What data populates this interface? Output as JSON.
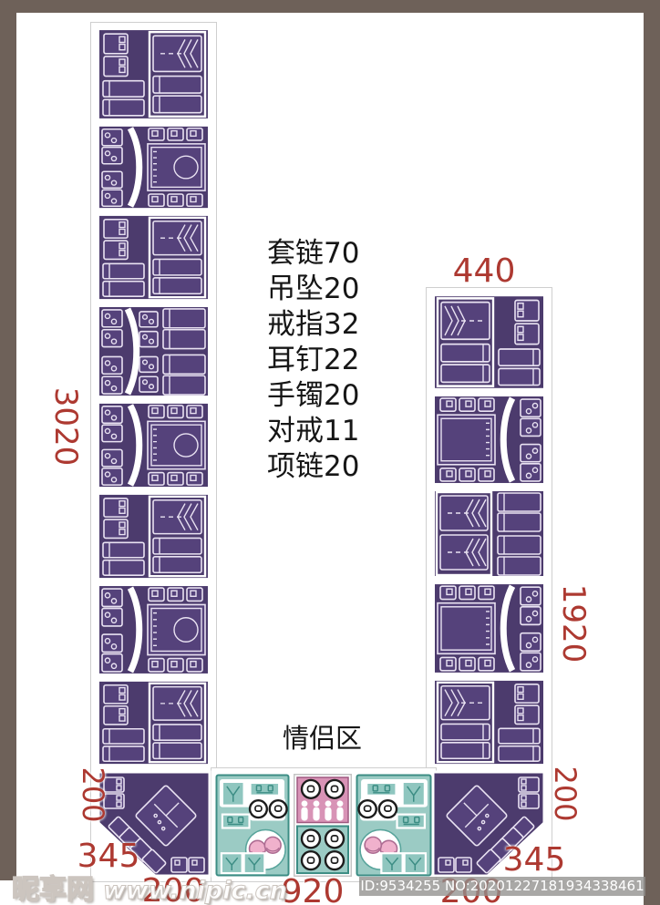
{
  "legend": {
    "items": [
      "套链70",
      "吊坠20",
      "戒指32",
      "耳钉22",
      "手镯20",
      "对戒11",
      "项链20"
    ]
  },
  "zone": {
    "label": "情侣区"
  },
  "dimensions": {
    "left_height": "3020",
    "top_right_width": "440",
    "right_height": "1920",
    "left_counter_depth": "200",
    "right_counter_depth": "200",
    "left_corner_diagonal": "345",
    "right_corner_diagonal": "345",
    "bottom_left_width": "200",
    "bottom_center_width": "920",
    "bottom_right_width": "200"
  },
  "watermark": {
    "site_name": "昵享网",
    "site_url": "www.nipic.cn",
    "image_id": "ID:9534255 NO:20201227181934338461"
  },
  "colors": {
    "counter_purple": "#4c3b6d",
    "counter_purple_light": "#55427b",
    "lounge_teal": "#9bcbc4",
    "lounge_teal_dark": "#3c8d84",
    "accent_pink": "#d893b6",
    "accent_pink_light": "#f0b1cc",
    "dimension_red": "#ad3931",
    "frame_brown": "#6e6159"
  }
}
